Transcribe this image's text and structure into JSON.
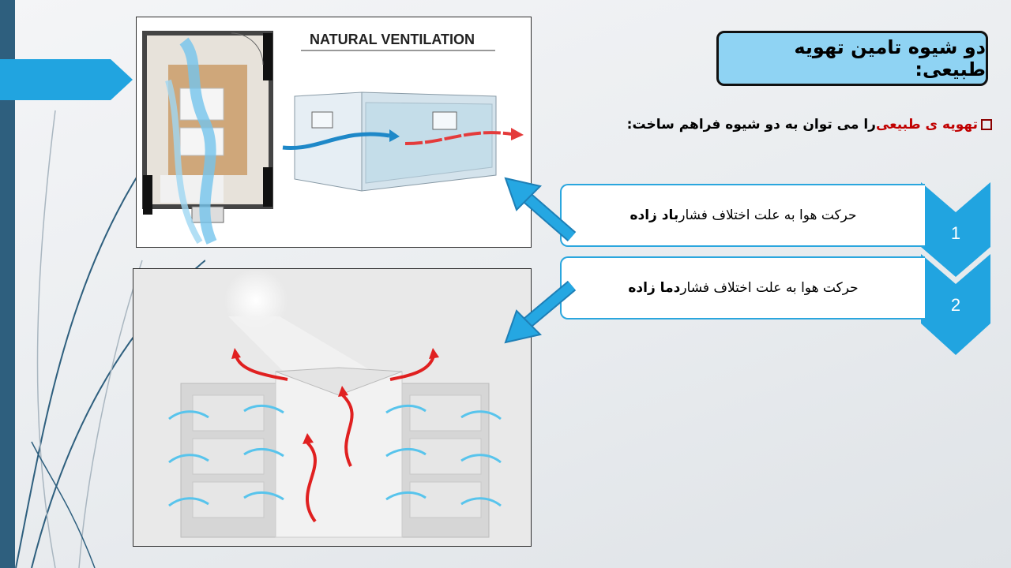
{
  "slide": {
    "title": "دو شیوه تامین تهویه طبیعی:",
    "bullet": {
      "highlight": "تهویه ی طبیعی",
      "rest": " را می توان به دو شیوه فراهم ساخت:"
    },
    "items": [
      {
        "number": "1",
        "text": "حرکت هوا به علت اختلاف فشار ",
        "bold": "باد زاده"
      },
      {
        "number": "2",
        "text": "حرکت هوا به علت اختلاف فشار ",
        "bold": "دما زاده"
      }
    ]
  },
  "figure_top": {
    "caption": "NATURAL VENTILATION"
  },
  "colors": {
    "accent_blue": "#2aa6de",
    "title_fill": "#8fd3f3",
    "left_bar": "#2e5f7e",
    "highlight_red": "#c00000",
    "arrow_blue": "#1e9ad6",
    "airflow_red": "#e02020"
  }
}
